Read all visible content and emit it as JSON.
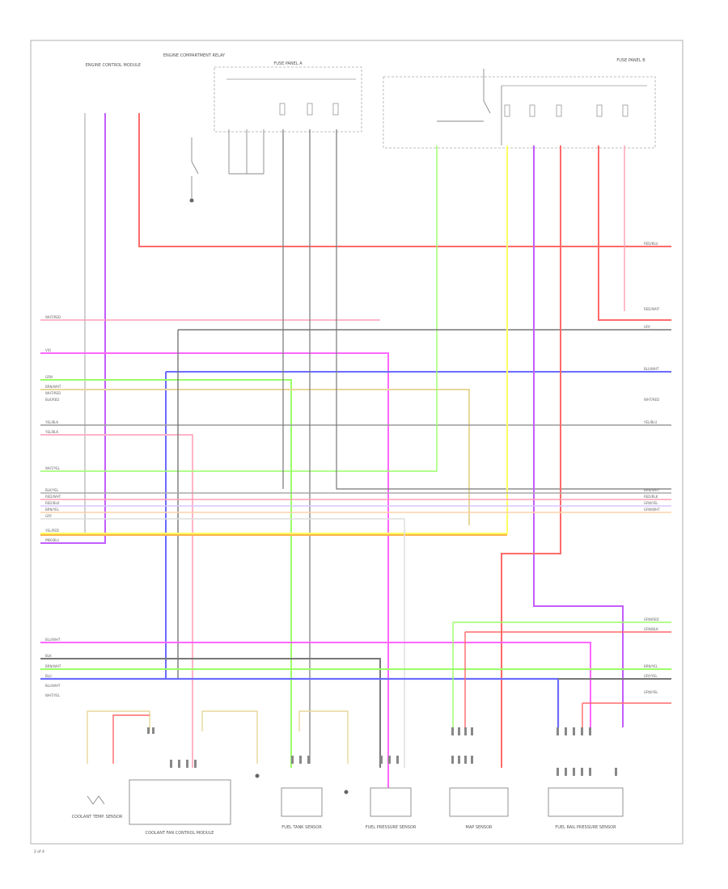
{
  "components": [
    {
      "id": "coolant_fan",
      "label": "COOLANT FAN CONTROL MODULE"
    },
    {
      "id": "coolant_temp",
      "label": "COOLANT TEMP. SENSOR"
    },
    {
      "id": "fuel_sensor",
      "label": "FUEL TANK SENSOR"
    },
    {
      "id": "pressure_sensor",
      "label": "FUEL PRESSURE SENSOR"
    },
    {
      "id": "map_sensor",
      "label": "MAP SENSOR"
    },
    {
      "id": "fuel_rail",
      "label": "FUEL RAIL PRESSURE SENSOR"
    },
    {
      "id": "fuse_panel_a",
      "label": "FUSE PANEL A"
    },
    {
      "id": "fuse_panel_b",
      "label": "FUSE PANEL B"
    },
    {
      "id": "ecm",
      "label": "ENGINE CONTROL MODULE"
    },
    {
      "id": "relay",
      "label": "ENGINE COMPARTMENT RELAY"
    }
  ],
  "wire_labels": {
    "left": [
      "WHT/RED",
      "VIO",
      "GRN",
      "BRN/WHT",
      "WHT/RED",
      "BLK/RED",
      "YEL/BLK",
      "YEL/BLK",
      "WHT/YEL",
      "BLK/YEL",
      "RED/WHT",
      "RED/BLK",
      "BRN/YEL",
      "GRY",
      "YEL/RED",
      "PNK/BLU",
      "BLU/WHT",
      "BLK",
      "BRN/WHT",
      "BLU",
      "BLU/WHT",
      "WHT/YEL"
    ],
    "right": [
      "RED/BLU",
      "RED/WHT",
      "GRY",
      "BLU/WHT",
      "WHT/RED",
      "YEL/BLU",
      "BRN/WHT",
      "RED/BLK",
      "GRN/YEL",
      "GRN/WHT",
      "GRN/RED",
      "GRN/BLK",
      "BRN/YEL",
      "GRY/YEL",
      "GRN/YEL"
    ]
  },
  "page_marker": "2 of 4",
  "colors": {
    "red": "#ff6a6a",
    "violet": "#c45cff",
    "magenta": "#ff66ff",
    "blue": "#6b6bff",
    "green": "#99ff66",
    "yellow": "#ffff66",
    "orange": "#ffb347",
    "gray": "#9a9a9a",
    "pink": "#ff9fb5",
    "tan": "#e8d79a",
    "black": "#555555"
  }
}
